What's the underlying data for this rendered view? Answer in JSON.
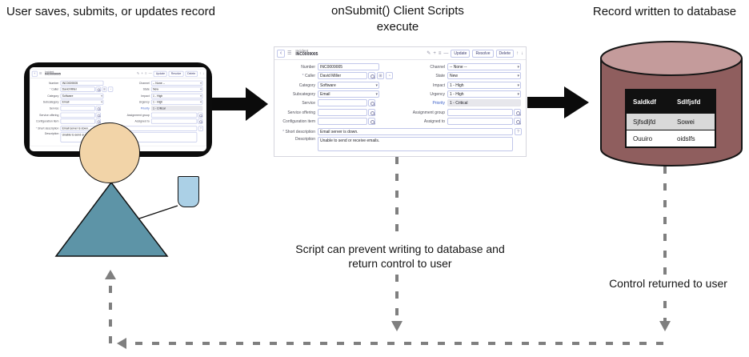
{
  "diagram": {
    "title_left": "User saves, submits, or updates record",
    "title_middle": [
      "onSubmit() Client Scripts",
      "execute"
    ],
    "title_right": "Record written to database",
    "label_script_prevent": [
      "Script can prevent writing to database and",
      "return control to user"
    ],
    "label_control_returned": "Control returned to user"
  },
  "icons": {
    "back": "‹",
    "menu": "☰",
    "edit": "✎",
    "add": "+",
    "list": "≡",
    "minimize": "—",
    "up": "↑",
    "down": "↓",
    "preview": "⊞",
    "history": "◔",
    "hint": "?"
  },
  "incident_form": {
    "record_type": "Incident",
    "record_number": "INC0009005",
    "buttons": {
      "update": "Update",
      "resolve": "Resolve",
      "delete": "Delete"
    },
    "fields_left": [
      {
        "label": "Number",
        "value": "INC0009005"
      },
      {
        "label": "Caller",
        "value": "David Miller"
      },
      {
        "label": "Category",
        "value": "Software"
      },
      {
        "label": "Subcategory",
        "value": "Email"
      },
      {
        "label": "Service",
        "value": ""
      },
      {
        "label": "Service offering",
        "value": ""
      },
      {
        "label": "Configuration item",
        "value": ""
      }
    ],
    "fields_right": [
      {
        "label": "Channel",
        "value": "-- None --"
      },
      {
        "label": "State",
        "value": "New"
      },
      {
        "label": "Impact",
        "value": "1 - High"
      },
      {
        "label": "Urgency",
        "value": "1 - High"
      },
      {
        "label": "Priority",
        "value": "1 - Critical"
      },
      {
        "label": "Assignment group",
        "value": ""
      },
      {
        "label": "Assigned to",
        "value": ""
      }
    ],
    "short_description": {
      "label": "Short description",
      "value": "Email server is down."
    },
    "description": {
      "label": "Description",
      "value": "Unable to send or receive emails."
    }
  },
  "database": {
    "headers": [
      "Saldkdf",
      "Sdlfjsfd"
    ],
    "rows": [
      {
        "c1": "Sjfsdljfd",
        "c2": "Sowei"
      },
      {
        "c1": "Ouuiro",
        "c2": "oidslfs"
      }
    ]
  },
  "colors": {
    "accent_lavender": "#c1c7ea",
    "dashed_gray": "#7f7f7f",
    "db_body": "#8f5e5e",
    "db_top": "#c49b9b",
    "person_head": "#f2d4a8",
    "person_body": "#5d94a7",
    "device_blue": "#abd0e6",
    "link_blue": "#3f62c9"
  }
}
